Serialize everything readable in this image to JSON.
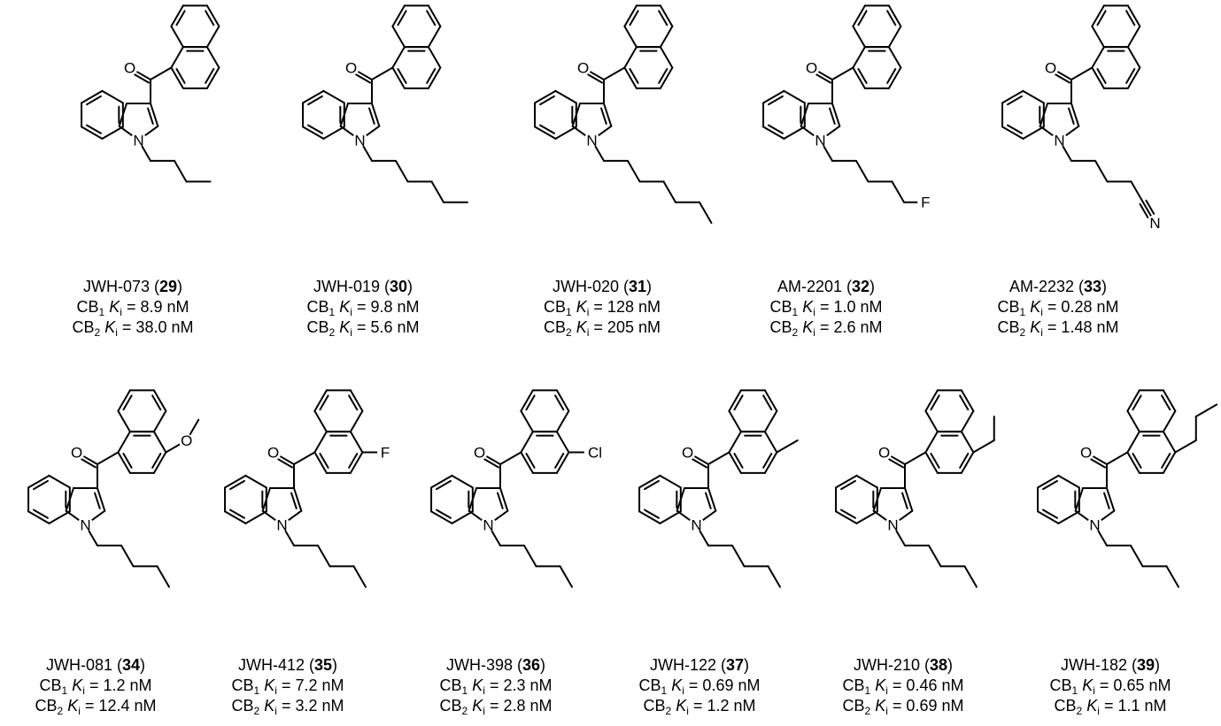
{
  "compounds": [
    {
      "name": "JWH-073",
      "number": "29",
      "cb1_prefix": "CB",
      "cb1_sub": "1",
      "k": "K",
      "i": "i",
      "cb1_value": "= 8.9 nM",
      "cb2_prefix": "CB",
      "cb2_sub": "2",
      "cb2_value": "= 38.0 nM",
      "chain_length": 4,
      "chain_terminal": "",
      "naph_substituent": ""
    },
    {
      "name": "JWH-019",
      "number": "30",
      "cb1_prefix": "CB",
      "cb1_sub": "1",
      "k": "K",
      "i": "i",
      "cb1_value": "= 9.8 nM",
      "cb2_prefix": "CB",
      "cb2_sub": "2",
      "cb2_value": "= 5.6 nM",
      "chain_length": 6,
      "chain_terminal": "",
      "naph_substituent": ""
    },
    {
      "name": "JWH-020",
      "number": "31",
      "cb1_prefix": "CB",
      "cb1_sub": "1",
      "k": "K",
      "i": "i",
      "cb1_value": "= 128 nM",
      "cb2_prefix": "CB",
      "cb2_sub": "2",
      "cb2_value": "= 205 nM",
      "chain_length": 7,
      "chain_terminal": "",
      "naph_substituent": ""
    },
    {
      "name": "AM-2201",
      "number": "32",
      "cb1_prefix": "CB",
      "cb1_sub": "1",
      "k": "K",
      "i": "i",
      "cb1_value": "= 1.0 nM",
      "cb2_prefix": "CB",
      "cb2_sub": "2",
      "cb2_value": "= 2.6 nM",
      "chain_length": 5,
      "chain_terminal": "F",
      "naph_substituent": ""
    },
    {
      "name": "AM-2232",
      "number": "33",
      "cb1_prefix": "CB",
      "cb1_sub": "1",
      "k": "K",
      "i": "i",
      "cb1_value": "= 0.28 nM",
      "cb2_prefix": "CB",
      "cb2_sub": "2",
      "cb2_value": "= 1.48 nM",
      "chain_length": 4,
      "chain_terminal": "N",
      "naph_substituent": ""
    },
    {
      "name": "JWH-081",
      "number": "34",
      "cb1_prefix": "CB",
      "cb1_sub": "1",
      "k": "K",
      "i": "i",
      "cb1_value": "= 1.2 nM",
      "cb2_prefix": "CB",
      "cb2_sub": "2",
      "cb2_value": "= 12.4 nM",
      "chain_length": 5,
      "chain_terminal": "",
      "naph_substituent": "O"
    },
    {
      "name": "JWH-412",
      "number": "35",
      "cb1_prefix": "CB",
      "cb1_sub": "1",
      "k": "K",
      "i": "i",
      "cb1_value": "= 7.2 nM",
      "cb2_prefix": "CB",
      "cb2_sub": "2",
      "cb2_value": "= 3.2 nM",
      "chain_length": 5,
      "chain_terminal": "",
      "naph_substituent": "F"
    },
    {
      "name": "JWH-398",
      "number": "36",
      "cb1_prefix": "CB",
      "cb1_sub": "1",
      "k": "K",
      "i": "i",
      "cb1_value": "= 2.3 nM",
      "cb2_prefix": "CB",
      "cb2_sub": "2",
      "cb2_value": "= 2.8 nM",
      "chain_length": 5,
      "chain_terminal": "",
      "naph_substituent": "Cl"
    },
    {
      "name": "JWH-122",
      "number": "37",
      "cb1_prefix": "CB",
      "cb1_sub": "1",
      "k": "K",
      "i": "i",
      "cb1_value": "= 0.69 nM",
      "cb2_prefix": "CB",
      "cb2_sub": "2",
      "cb2_value": "= 1.2 nM",
      "chain_length": 5,
      "chain_terminal": "",
      "naph_substituent": "methyl"
    },
    {
      "name": "JWH-210",
      "number": "38",
      "cb1_prefix": "CB",
      "cb1_sub": "1",
      "k": "K",
      "i": "i",
      "cb1_value": "= 0.46 nM",
      "cb2_prefix": "CB",
      "cb2_sub": "2",
      "cb2_value": "= 0.69 nM",
      "chain_length": 5,
      "chain_terminal": "",
      "naph_substituent": "ethyl"
    },
    {
      "name": "JWH-182",
      "number": "39",
      "cb1_prefix": "CB",
      "cb1_sub": "1",
      "k": "K",
      "i": "i",
      "cb1_value": "= 0.65 nM",
      "cb2_prefix": "CB",
      "cb2_sub": "2",
      "cb2_value": "= 1.1 nM",
      "chain_length": 5,
      "chain_terminal": "",
      "naph_substituent": "propyl"
    }
  ],
  "atoms": {
    "N": "N",
    "O": "O",
    "F": "F",
    "Cl": "Cl"
  }
}
